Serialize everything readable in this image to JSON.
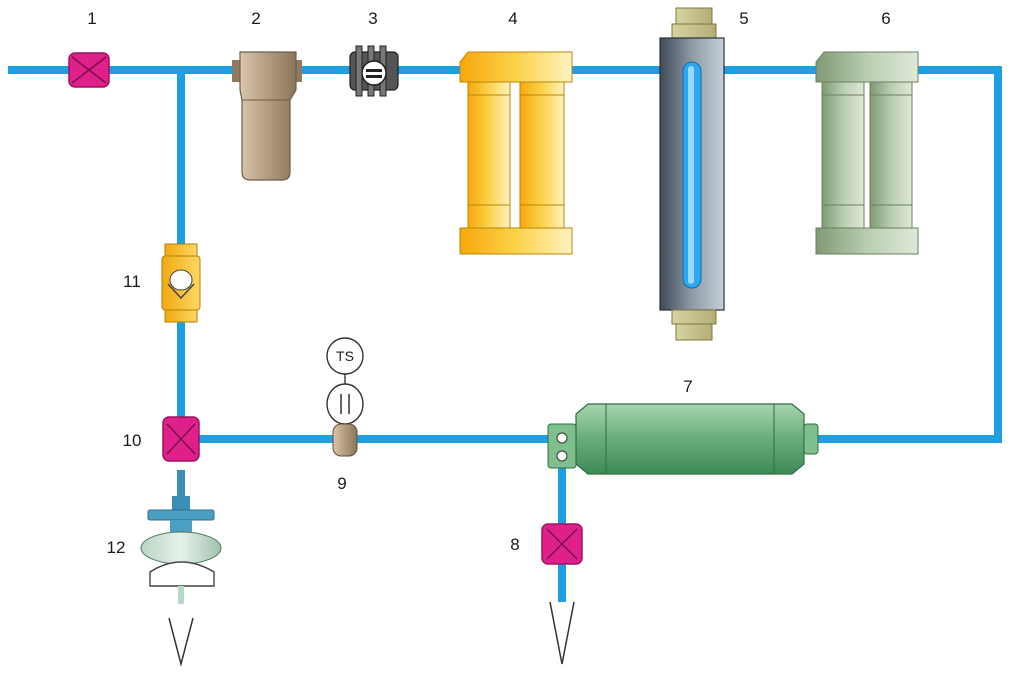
{
  "colors": {
    "pipe": "#1e9fe0",
    "valve": "#e0208a",
    "prefilter": "#b39b7d",
    "cartridge_yellow": "#f4c020",
    "cartridge_green": "#9bb58f",
    "uv_lamp": "#5a6a78",
    "membrane": "#5aa36f",
    "check_valve": "#f2b820"
  },
  "labels": {
    "c1": "1",
    "c2": "2",
    "c3": "3",
    "c4": "4",
    "c5": "5",
    "c6": "6",
    "c7": "7",
    "c8": "8",
    "c9": "9",
    "c10": "10",
    "c11": "11",
    "c12": "12"
  },
  "sensor": {
    "text": "TS"
  }
}
